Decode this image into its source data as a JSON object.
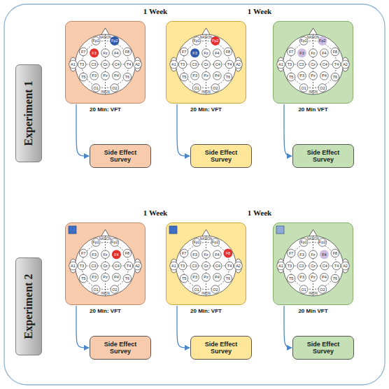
{
  "diagram": {
    "nodes": [
      {
        "text": [
          "Experiment 1"
        ]
      },
      {
        "text": [
          "20 Min: VFT"
        ]
      },
      {
        "text": [
          "20 Min: VFT"
        ]
      },
      {
        "text": [
          "20 Min VFT"
        ]
      },
      {
        "text": [
          "Side Effect Survey"
        ]
      },
      {
        "text": [
          "Side Effect Survey"
        ]
      },
      {
        "text": [
          "Side Effect Survey"
        ]
      },
      {
        "text": [
          "Experiment 2"
        ]
      },
      {
        "text": [
          "20 Min: VFT"
        ]
      },
      {
        "text": [
          "20 Min: VFT"
        ]
      },
      {
        "text": [
          "20 Min VFT"
        ]
      },
      {
        "text": [
          "Side Effect Survey"
        ]
      },
      {
        "text": [
          "Side Effect Survey"
        ]
      },
      {
        "text": [
          "Side Effect Survey"
        ]
      }
    ],
    "edges": [
      {
        "from": 1,
        "to": 4,
        "arrow": "to"
      },
      {
        "from": 2,
        "to": 5,
        "arrow": "to"
      },
      {
        "from": 3,
        "to": 6,
        "arrow": "to"
      },
      {
        "from": 8,
        "to": 11,
        "arrow": "to"
      },
      {
        "from": 9,
        "to": 12,
        "arrow": "to"
      },
      {
        "from": 10,
        "to": 13,
        "arrow": "to"
      }
    ],
    "labels": [
      "1 Week",
      "1 Week",
      "Fp1",
      "Fp2",
      "F7",
      "F3",
      "Fz",
      "F4",
      "F8",
      "A1",
      "T3",
      "C3",
      "Cz",
      "C4",
      "T4",
      "A2",
      "T5",
      "P3",
      "Pz",
      "P4",
      "T6",
      "O1",
      "O2",
      "NASION",
      "INION",
      "Fp1",
      "Fp2",
      "F7",
      "F3",
      "Fz",
      "F4",
      "F8",
      "A1",
      "T3",
      "C3",
      "Cz",
      "C4",
      "T4",
      "A2",
      "T5",
      "P3",
      "Pz",
      "P4",
      "T6",
      "O1",
      "O2",
      "NASION",
      "INION",
      "Fp1",
      "Fp2",
      "F7",
      "F3",
      "Fz",
      "F4",
      "F8",
      "A1",
      "T3",
      "C3",
      "Cz",
      "C4",
      "T4",
      "A2",
      "T5",
      "P3",
      "Pz",
      "P4",
      "T6",
      "O1",
      "O2",
      "NASION",
      "INION",
      "1 Week",
      "1 Week",
      "Fp1",
      "Fp2",
      "F7",
      "F3",
      "Fz",
      "F4",
      "F8",
      "A1",
      "T3",
      "C3",
      "Cz",
      "C4",
      "T4",
      "A2",
      "T5",
      "P3",
      "Pz",
      "P4",
      "T6",
      "O1",
      "O2",
      "NASION",
      "INION",
      "Fp1",
      "Fp2",
      "F7",
      "F3",
      "Fz",
      "F4",
      "F8",
      "A1",
      "T3",
      "C3",
      "Cz",
      "C4",
      "T4",
      "A2",
      "T5",
      "P3",
      "Pz",
      "P4",
      "T6",
      "O1",
      "O2",
      "NASION",
      "INION",
      "Fp1",
      "Fp2",
      "F7",
      "F3",
      "Fz",
      "F4",
      "F8",
      "A1",
      "T3",
      "C3",
      "Cz",
      "C4",
      "T4",
      "A2",
      "T5",
      "P3",
      "Pz",
      "P4",
      "T6",
      "O1",
      "O2",
      "NASION",
      "INION"
    ]
  }
}
